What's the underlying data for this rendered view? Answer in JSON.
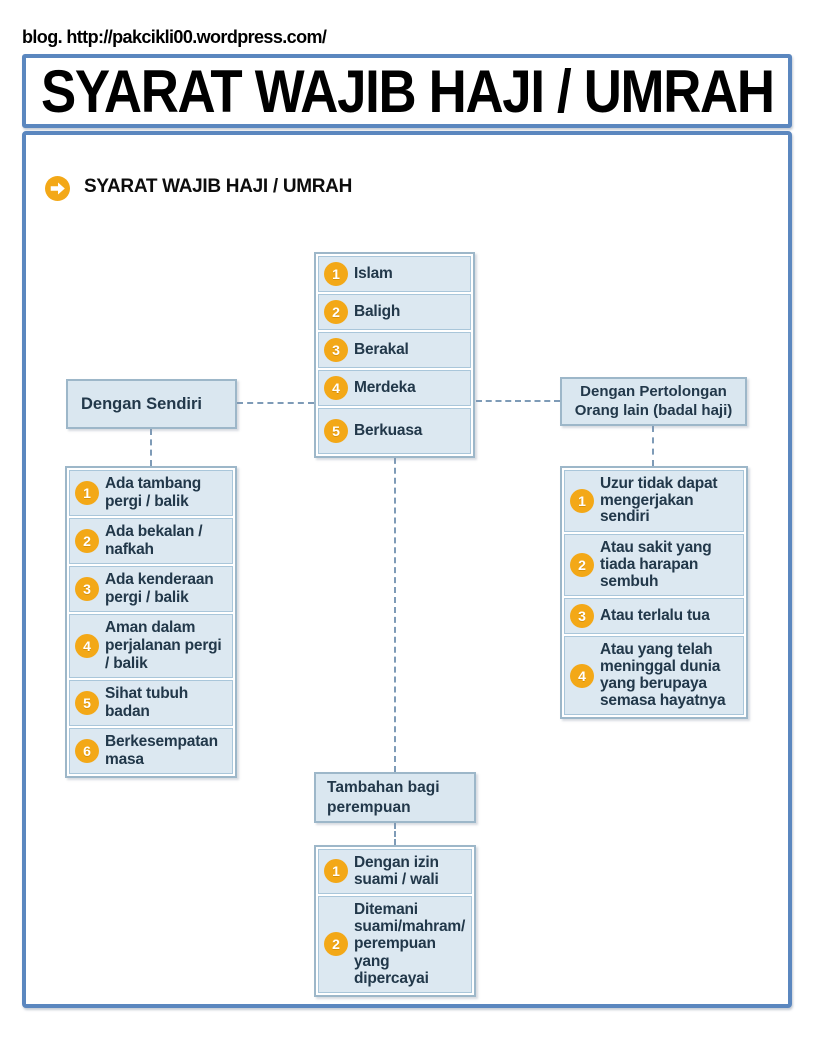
{
  "page": {
    "blog_line": "blog. http://pakcikli00.wordpress.com/",
    "main_title": "SYARAT WAJIB HAJI / UMRAH"
  },
  "diagram": {
    "heading": "SYARAT WAJIB HAJI / UMRAH",
    "colors": {
      "frame_blue": "#5B87BF",
      "cell_fill": "#DCE8F1",
      "cell_border": "#A9C6DA",
      "box_border": "#9DB7C9",
      "badge_orange": "#F3A817",
      "text_navy": "#22384A",
      "connector_dash": "#7E9BB7"
    },
    "core_conditions": [
      {
        "n": "1",
        "text": "Islam"
      },
      {
        "n": "2",
        "text": "Baligh"
      },
      {
        "n": "3",
        "text": "Berakal"
      },
      {
        "n": "4",
        "text": "Merdeka"
      },
      {
        "n": "5",
        "text": "Berkuasa"
      }
    ],
    "left_branch": {
      "label": "Dengan Sendiri",
      "items": [
        {
          "n": "1",
          "text": "Ada tambang pergi / balik"
        },
        {
          "n": "2",
          "text": "Ada bekalan / nafkah"
        },
        {
          "n": "3",
          "text": "Ada kenderaan pergi / balik"
        },
        {
          "n": "4",
          "text": "Aman dalam perjalanan pergi / balik"
        },
        {
          "n": "5",
          "text": "Sihat tubuh badan"
        },
        {
          "n": "6",
          "text": "Berkesempatan masa"
        }
      ]
    },
    "right_branch": {
      "label": "Dengan Pertolongan Orang lain (badal haji)",
      "items": [
        {
          "n": "1",
          "text": "Uzur tidak dapat mengerjakan sendiri"
        },
        {
          "n": "2",
          "text": "Atau sakit yang tiada harapan sembuh"
        },
        {
          "n": "3",
          "text": "Atau terlalu tua"
        },
        {
          "n": "4",
          "text": "Atau yang telah meninggal dunia yang berupaya semasa hayatnya"
        }
      ]
    },
    "bottom_branch": {
      "label": "Tambahan bagi perempuan",
      "items": [
        {
          "n": "1",
          "text": "Dengan izin suami / wali"
        },
        {
          "n": "2",
          "text": "Ditemani suami/mahram/ perempuan yang dipercayai"
        }
      ]
    }
  }
}
